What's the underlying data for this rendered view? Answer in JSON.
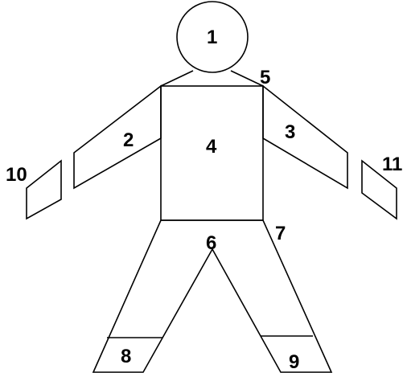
{
  "figure": {
    "labels": {
      "head": "1",
      "left_arm": "2",
      "right_arm": "3",
      "torso": "4",
      "right_shoulder": "5",
      "crotch": "6",
      "right_hip": "7",
      "left_foot": "8",
      "right_foot": "9",
      "left_hand": "10",
      "right_hand": "11"
    }
  }
}
